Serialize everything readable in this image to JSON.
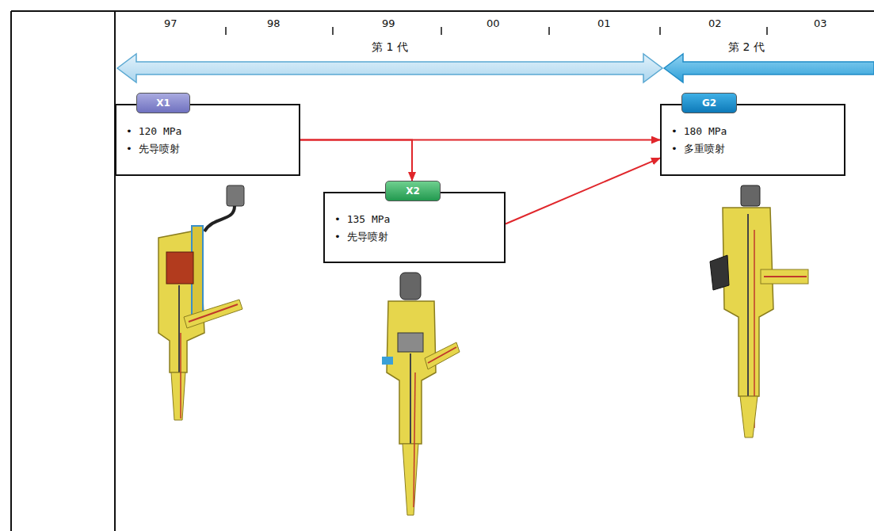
{
  "diagram": {
    "nodes": [
      {
        "text": [
          "X1",
          "• 120 MPa",
          "• 先导喷射"
        ]
      },
      {
        "text": [
          "X2",
          "• 135 MPa",
          "• 先导喷射"
        ]
      },
      {
        "text": [
          "G2",
          "• 180 MPa",
          "• 多重喷射"
        ]
      }
    ],
    "edges": [
      {
        "from": 0,
        "to": 1,
        "arrow": "to"
      },
      {
        "from": 0,
        "to": 2,
        "arrow": "to"
      },
      {
        "from": 1,
        "to": 2,
        "arrow": "to"
      }
    ],
    "labels": [
      "97",
      "98",
      "99",
      "00",
      "01",
      "02",
      "03",
      "第 1 代",
      "第 2 代"
    ]
  }
}
